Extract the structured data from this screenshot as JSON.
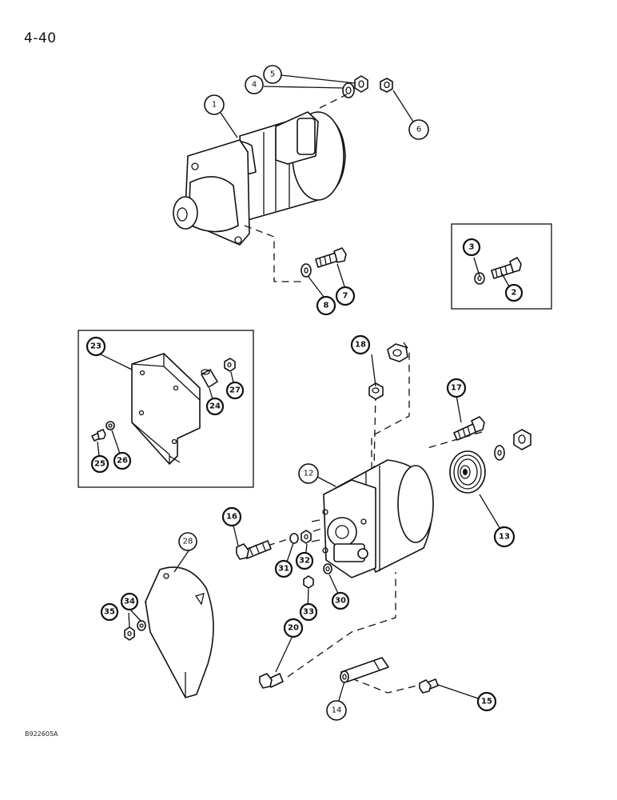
{
  "page_number": "4-40",
  "figure_code": "B922605A",
  "callouts": [
    {
      "id": "c1",
      "label": "1"
    },
    {
      "id": "c2",
      "label": "2"
    },
    {
      "id": "c3",
      "label": "3"
    },
    {
      "id": "c4",
      "label": "4"
    },
    {
      "id": "c5",
      "label": "5"
    },
    {
      "id": "c6",
      "label": "6"
    },
    {
      "id": "c7",
      "label": "7"
    },
    {
      "id": "c8",
      "label": "8"
    },
    {
      "id": "c12",
      "label": "12"
    },
    {
      "id": "c13",
      "label": "13"
    },
    {
      "id": "c14",
      "label": "14"
    },
    {
      "id": "c15",
      "label": "15"
    },
    {
      "id": "c16",
      "label": "16"
    },
    {
      "id": "c17",
      "label": "17"
    },
    {
      "id": "c18",
      "label": "18"
    },
    {
      "id": "c20",
      "label": "20"
    },
    {
      "id": "c23",
      "label": "23"
    },
    {
      "id": "c24",
      "label": "24"
    },
    {
      "id": "c25",
      "label": "25"
    },
    {
      "id": "c26",
      "label": "26"
    },
    {
      "id": "c27",
      "label": "27"
    },
    {
      "id": "c28",
      "label": "28"
    },
    {
      "id": "c30",
      "label": "30"
    },
    {
      "id": "c31",
      "label": "31"
    },
    {
      "id": "c32",
      "label": "32"
    },
    {
      "id": "c33",
      "label": "33"
    },
    {
      "id": "c34",
      "label": "34"
    },
    {
      "id": "c35",
      "label": "35"
    }
  ]
}
